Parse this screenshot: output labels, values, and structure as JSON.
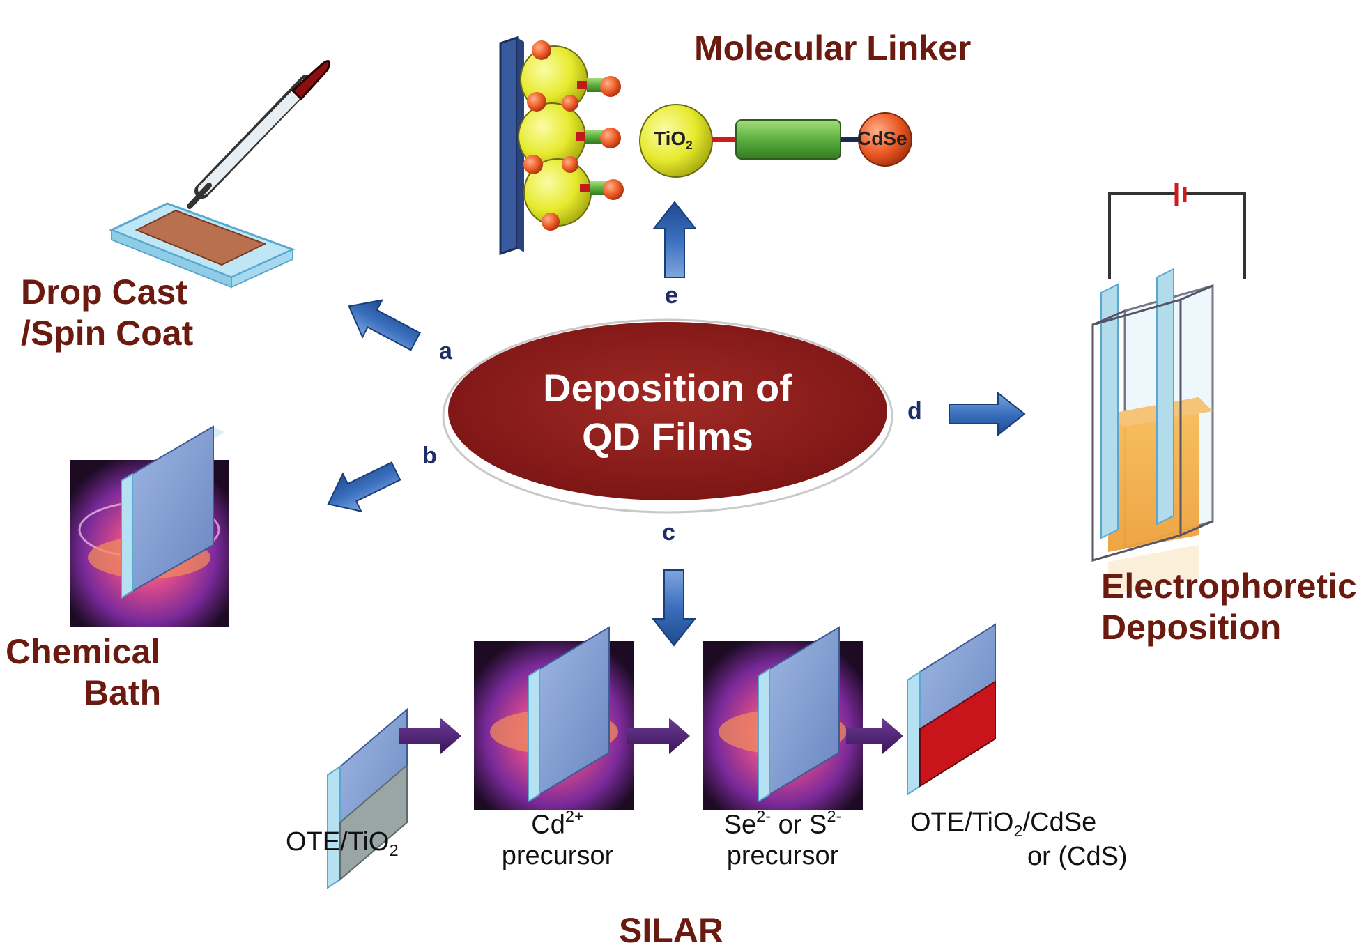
{
  "colors": {
    "label": "#6b1a10",
    "letter": "#1f2f66",
    "ellipse": "#8a1c1c",
    "arrow_blue": "#2f68b5",
    "arrow_purple": "#4a1f6e",
    "slide": "#7d9ad2",
    "slide_edge": "#a8d8ee",
    "film_red": "#b81010",
    "orange": "#e85a2a",
    "yellow": "#e8ee3c",
    "liquid": "#f0a63c"
  },
  "center": {
    "line1": "Deposition of",
    "line2": "QD Films"
  },
  "methods": {
    "drop_cast": {
      "line1": "Drop Cast",
      "line2": "/Spin Coat"
    },
    "chemical_bath": {
      "line1": "Chemical",
      "line2": "Bath"
    },
    "electrophoretic": {
      "line1": "Electrophoretic",
      "line2": "Deposition"
    },
    "molecular_linker": "Molecular Linker",
    "silar": "SILAR"
  },
  "letters": {
    "a": "a",
    "b": "b",
    "c": "c",
    "d": "d",
    "e": "e"
  },
  "linker": {
    "tio2_main": "TiO",
    "tio2_sub": "2",
    "cdse": "CdSe"
  },
  "silar_steps": {
    "step1": {
      "main": "OTE/TiO",
      "sub": "2"
    },
    "step2": {
      "line1_main": "Cd",
      "line1_sup": "2+",
      "line2": "precursor"
    },
    "step3": {
      "se": "Se",
      "se_sup": "2-",
      "or": " or S",
      "s_sup": "2-",
      "line2": "precursor"
    },
    "step4": {
      "part1": "OTE/TiO",
      "sub": "2",
      "part2": "/CdSe",
      "line2": "or (CdS)"
    }
  }
}
